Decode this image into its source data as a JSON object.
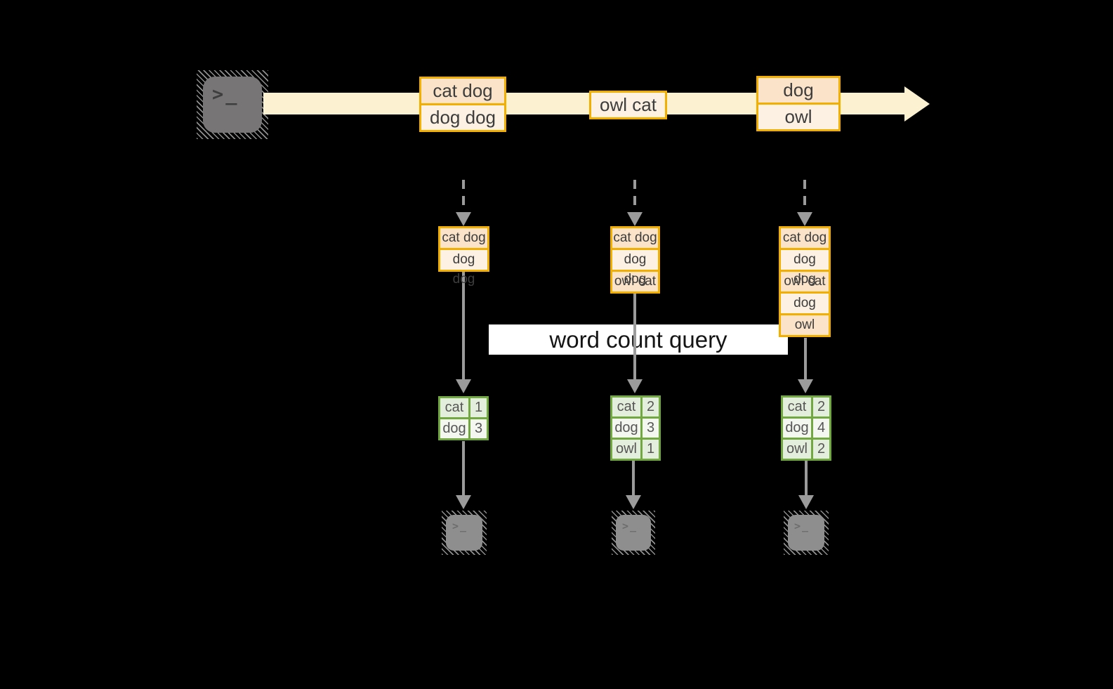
{
  "query": {
    "label": "word count query"
  },
  "icons": {
    "prompt_glyph": ">_"
  },
  "stream": {
    "batches": [
      {
        "rows": [
          "cat dog",
          "dog dog"
        ]
      },
      {
        "rows": [
          "owl cat"
        ]
      },
      {
        "rows": [
          "dog",
          "owl"
        ]
      }
    ]
  },
  "micro_batches": [
    {
      "input_rows": [
        "cat dog",
        "dog dog"
      ],
      "result": {
        "rows": [
          {
            "word": "cat",
            "count": "1"
          },
          {
            "word": "dog",
            "count": "3"
          }
        ]
      }
    },
    {
      "input_rows": [
        "cat dog",
        "dog dog",
        "owl cat"
      ],
      "result": {
        "rows": [
          {
            "word": "cat",
            "count": "2"
          },
          {
            "word": "dog",
            "count": "3"
          },
          {
            "word": "owl",
            "count": "1"
          }
        ]
      }
    },
    {
      "input_rows": [
        "cat dog",
        "dog dog",
        "owl cat",
        "dog",
        "owl"
      ],
      "result": {
        "rows": [
          {
            "word": "cat",
            "count": "2"
          },
          {
            "word": "dog",
            "count": "4"
          },
          {
            "word": "owl",
            "count": "2"
          }
        ]
      }
    }
  ],
  "colors": {
    "background": "#000000",
    "stream_band": "#FCF2D2",
    "amber_border": "#F2AF00",
    "peach_fill": "#FAE3C8",
    "cream_fill": "#FCF1E2",
    "green_border": "#71A83F",
    "green_fill": "#E4EEDC",
    "green_fill_light": "#F3F7F0",
    "arrow_gray": "#9B9B9B",
    "query_banner_bg": "#FFFFFF",
    "terminal_gray": "#777575"
  }
}
